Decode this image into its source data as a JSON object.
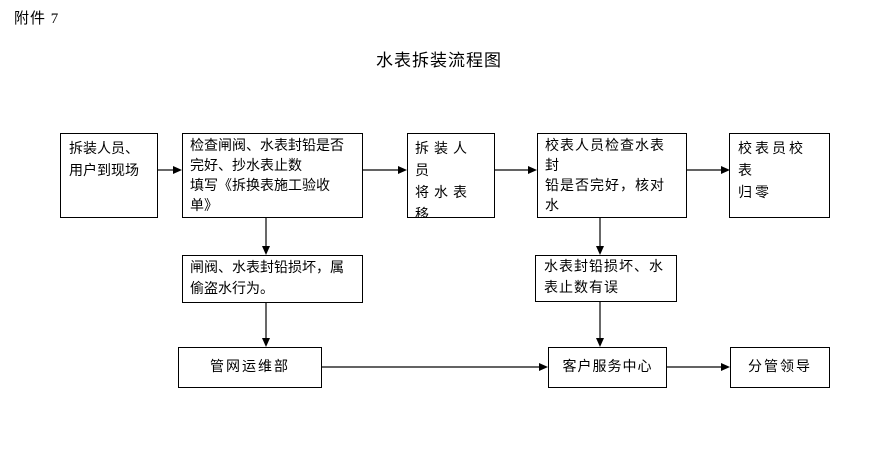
{
  "page": {
    "attachment_label": "附件 7",
    "title": "水表拆装流程图"
  },
  "flowchart": {
    "arrive": "拆装人员、\n用户到现场",
    "check": "检查闸阀、水表封铅是否\n完好、抄水表止数\n填写《拆换表施工验收单》\n用户签字认可",
    "transfer": "拆装人员\n将水表移\n交水表所",
    "verify": "校表人员检查水表封\n铅是否完好，核对水\n表止数，并做好详细\n记录",
    "reset": "校表员校表\n归零",
    "theft": "闸阀、水表封铅损坏，属\n偷盗水行为。",
    "seal_damage": "水表封铅损坏、水\n表止数有误",
    "pipeline_dept": "管网运维部",
    "service_center": "客户服务中心",
    "leader": "分管领导"
  }
}
